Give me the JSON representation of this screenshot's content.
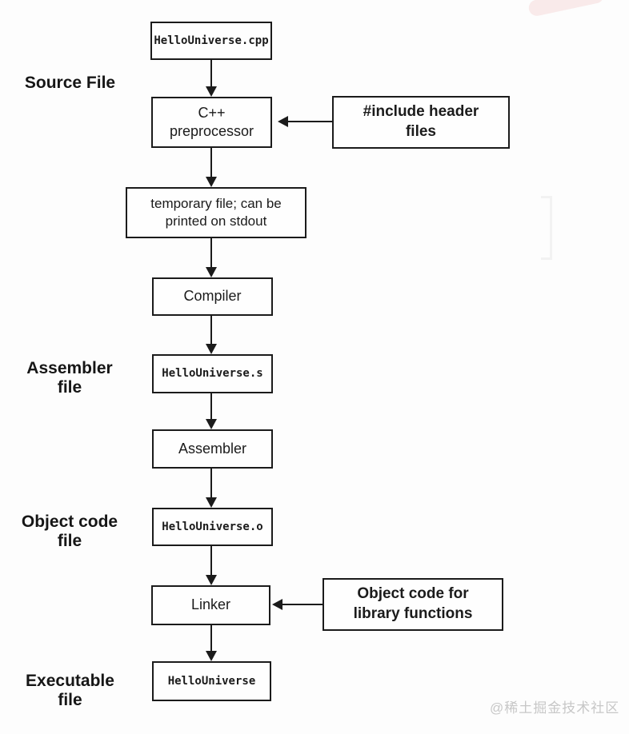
{
  "flowchart": {
    "nodes": {
      "source_cpp": {
        "label": "HelloUniverse.cpp"
      },
      "preprocessor": {
        "line1": "C++",
        "line2": "preprocessor"
      },
      "include_headers": {
        "line1": "#include header",
        "line2": "files"
      },
      "temp_file": {
        "line1": "temporary file; can be",
        "line2": "printed on stdout"
      },
      "compiler": {
        "label": "Compiler"
      },
      "assembler_source": {
        "label": "HelloUniverse.s"
      },
      "assembler": {
        "label": "Assembler"
      },
      "object_file": {
        "label": "HelloUniverse.o"
      },
      "linker": {
        "label": "Linker"
      },
      "library_objects": {
        "line1": "Object code for",
        "line2": "library functions"
      },
      "executable": {
        "label": "HelloUniverse"
      }
    },
    "stage_labels": {
      "source": {
        "line1": "Source File"
      },
      "assembler": {
        "line1": "Assembler",
        "line2": "file"
      },
      "object": {
        "line1": "Object code",
        "line2": "file"
      },
      "executable": {
        "line1": "Executable",
        "line2": "file"
      }
    },
    "colors": {
      "ink": "#1b1b1b",
      "background": "#fdfdfd",
      "watermark_gray": "#c7c7c7"
    }
  },
  "watermark": {
    "text": "@稀土掘金技术社区"
  }
}
